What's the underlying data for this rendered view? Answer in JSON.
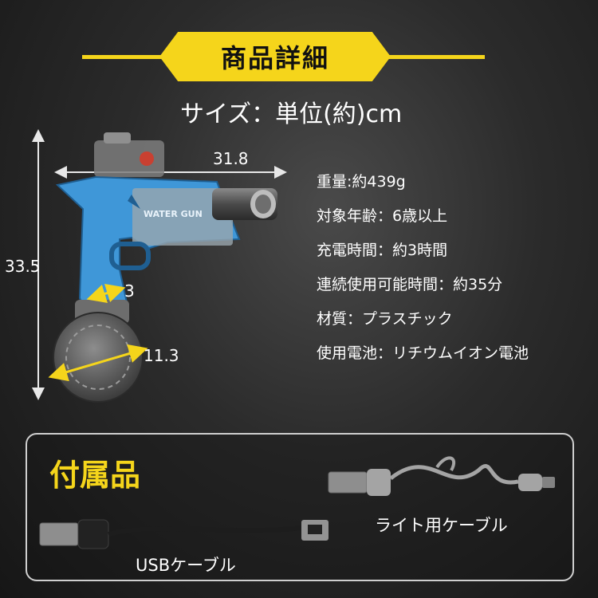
{
  "header": {
    "title": "商品詳細"
  },
  "size": {
    "label": "サイズ：単位(約)cm"
  },
  "dimensions": {
    "width": "31.8",
    "height": "33.5",
    "grip": "3",
    "drum": "11.3"
  },
  "product": {
    "printed_text": "WATER GUN"
  },
  "specs": [
    {
      "text": "重量:約439g"
    },
    {
      "text": "対象年齢：6歳以上"
    },
    {
      "text": "充電時間：約3時間"
    },
    {
      "text": "連続使用可能時間：約35分"
    },
    {
      "text": "材質：プラスチック"
    },
    {
      "text": "使用電池：リチウムイオン電池"
    }
  ],
  "accessories": {
    "title": "付属品",
    "items": [
      {
        "label": "ライト用ケーブル",
        "icon": "light-cable-image"
      },
      {
        "label": "USBケーブル",
        "icon": "usb-cable-image"
      }
    ]
  },
  "colors": {
    "accent": "#f5d51b",
    "gun_blue": "#3f97d8",
    "background": "#2b2b2b"
  }
}
